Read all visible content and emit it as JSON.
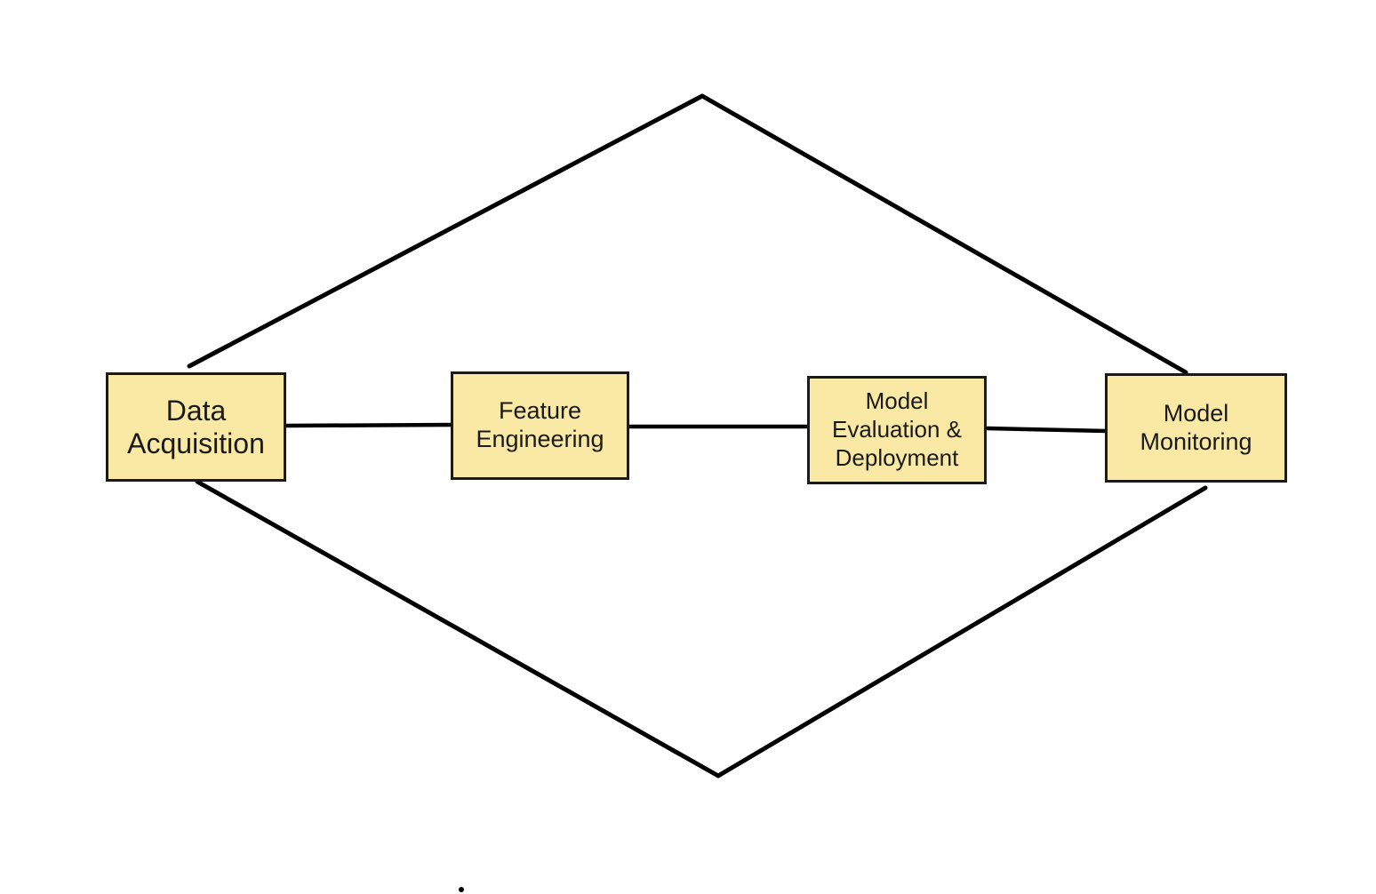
{
  "diagram": {
    "type": "flowchart",
    "description": "Machine learning pipeline stages connected left to right, enclosed by a diamond outline joining the first and last stages",
    "nodes": [
      {
        "id": "data-acquisition",
        "label": "Data\nAcquisition"
      },
      {
        "id": "feature-engineering",
        "label": "Feature\nEngineering"
      },
      {
        "id": "model-evaluation-deployment",
        "label": "Model\nEvaluation &\nDeployment"
      },
      {
        "id": "model-monitoring",
        "label": "Model\nMonitoring"
      }
    ],
    "edges": [
      {
        "from": "data-acquisition",
        "to": "feature-engineering",
        "style": "plain-line"
      },
      {
        "from": "feature-engineering",
        "to": "model-evaluation-deployment",
        "style": "plain-line"
      },
      {
        "from": "model-evaluation-deployment",
        "to": "model-monitoring",
        "style": "plain-line"
      },
      {
        "from": "data-acquisition",
        "to": "model-monitoring",
        "style": "diamond-outline-top",
        "via": "top-apex"
      },
      {
        "from": "data-acquisition",
        "to": "model-monitoring",
        "style": "diamond-outline-bottom",
        "via": "bottom-point"
      }
    ],
    "annotations": [
      {
        "id": "stray-dot-1",
        "shape": "dot",
        "location": "inside top edge of Data Acquisition box"
      },
      {
        "id": "stray-dot-2",
        "shape": "dot",
        "location": "bottom center-left of page"
      }
    ],
    "colors": {
      "node_fill": "#FAE9A5",
      "node_border": "#1A1A1A",
      "edge": "#000000",
      "text": "#1A1A1A",
      "background": "#FFFFFF"
    }
  }
}
